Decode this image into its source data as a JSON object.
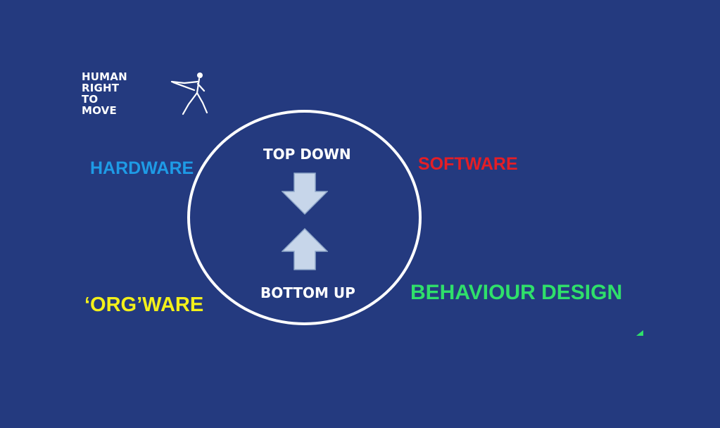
{
  "logo": {
    "lines": [
      "HUMAN",
      "RIGHT",
      "TO",
      "MOVE"
    ],
    "icon": "stick-figure-walking-icon"
  },
  "labels": {
    "hardware": "HARDWARE",
    "software": "SOFTWARE",
    "orgware": "‘ORG’WARE",
    "behaviour": "BEHAVIOUR DESIGN"
  },
  "circle": {
    "top": "TOP DOWN",
    "bottom": "BOTTOM UP",
    "icons": [
      "arrow-down-icon",
      "arrow-up-icon"
    ]
  },
  "colors": {
    "background": "#243a7f",
    "hardware": "#1e9be6",
    "software": "#e41e26",
    "orgware": "#f3f01a",
    "behaviour": "#2fe06a",
    "arrow_fill": "#c7d6ea"
  }
}
